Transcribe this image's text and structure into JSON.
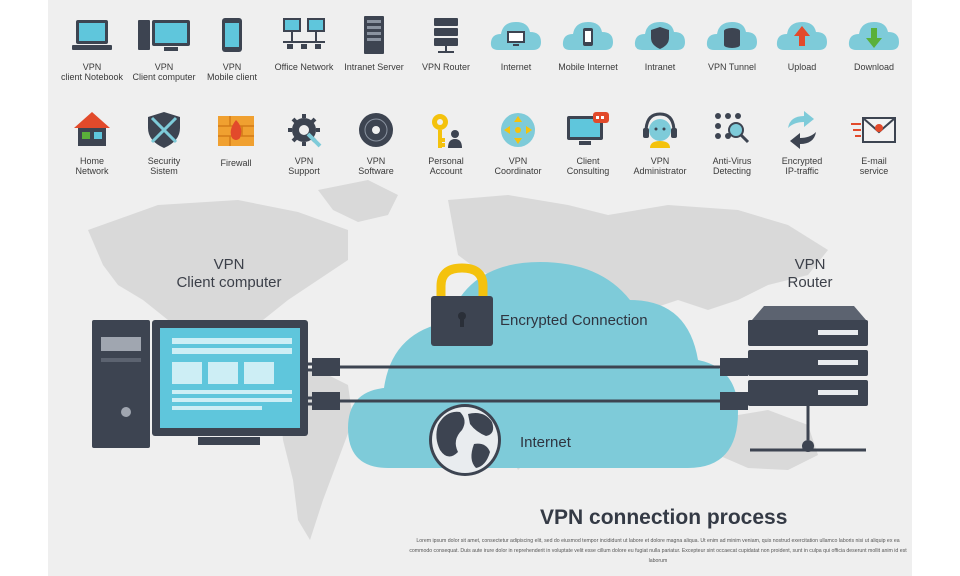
{
  "icons_row1": [
    {
      "icon": "notebook-icon",
      "label": "VPN\nclient Notebook"
    },
    {
      "icon": "desktop-computer-icon",
      "label": "VPN\nClient computer"
    },
    {
      "icon": "mobile-phone-icon",
      "label": "VPN\nMobile client"
    },
    {
      "icon": "office-network-icon",
      "label": "Office Network"
    },
    {
      "icon": "server-tower-icon",
      "label": "Intranet Server"
    },
    {
      "icon": "router-icon",
      "label": "VPN Router"
    },
    {
      "icon": "cloud-monitor-icon",
      "label": "Internet"
    },
    {
      "icon": "cloud-phone-icon",
      "label": "Mobile Internet"
    },
    {
      "icon": "cloud-shield-icon",
      "label": "Intranet"
    },
    {
      "icon": "cloud-database-icon",
      "label": "VPN Tunnel"
    },
    {
      "icon": "cloud-upload-icon",
      "label": "Upload"
    },
    {
      "icon": "cloud-download-icon",
      "label": "Download"
    }
  ],
  "icons_row2": [
    {
      "icon": "house-icon",
      "label": "Home\nNetwork"
    },
    {
      "icon": "shield-swords-icon",
      "label": "Security\nSistem"
    },
    {
      "icon": "firewall-icon",
      "label": "Firewall"
    },
    {
      "icon": "gear-wrench-icon",
      "label": "VPN\nSupport"
    },
    {
      "icon": "disc-icon",
      "label": "VPN\nSoftware"
    },
    {
      "icon": "key-user-icon",
      "label": "Personal\nAccount"
    },
    {
      "icon": "compass-arrows-icon",
      "label": "VPN\nCoordinator"
    },
    {
      "icon": "monitor-chat-icon",
      "label": "Client\nConsulting"
    },
    {
      "icon": "headset-admin-icon",
      "label": "VPN\nAdministrator"
    },
    {
      "icon": "dots-magnifier-icon",
      "label": "Anti-Virus\nDetecting"
    },
    {
      "icon": "refresh-arrows-icon",
      "label": "Encrypted\nIP-traffic"
    },
    {
      "icon": "email-icon",
      "label": "E-mail\nservice"
    }
  ],
  "diagram": {
    "client_label": "VPN\nClient computer",
    "router_label": "VPN\nRouter",
    "encrypted_label": "Encrypted Connection",
    "internet_label": "Internet"
  },
  "title": "VPN connection process",
  "lorem": "Lorem ipsum dolor sit amet, consectetur adipiscing elit, sed do eiusmod tempor incididunt ut labore et dolore magna aliqua. Ut enim ad minim veniam, quis nostrud exercitation ullamco laboris nisi ut aliquip ex ea commodo consequat. Duis aute irure dolor in reprehenderit in voluptate velit esse cillum dolore eu fugiat nulla pariatur. Excepteur sint occaecat cupidatat non proident, sunt in culpa qui officia deserunt mollit anim id est laborum",
  "colors": {
    "cloud": "#7ecbd9",
    "dark": "#3d4451",
    "lock": "#f4c20d",
    "background": "#efefef"
  }
}
